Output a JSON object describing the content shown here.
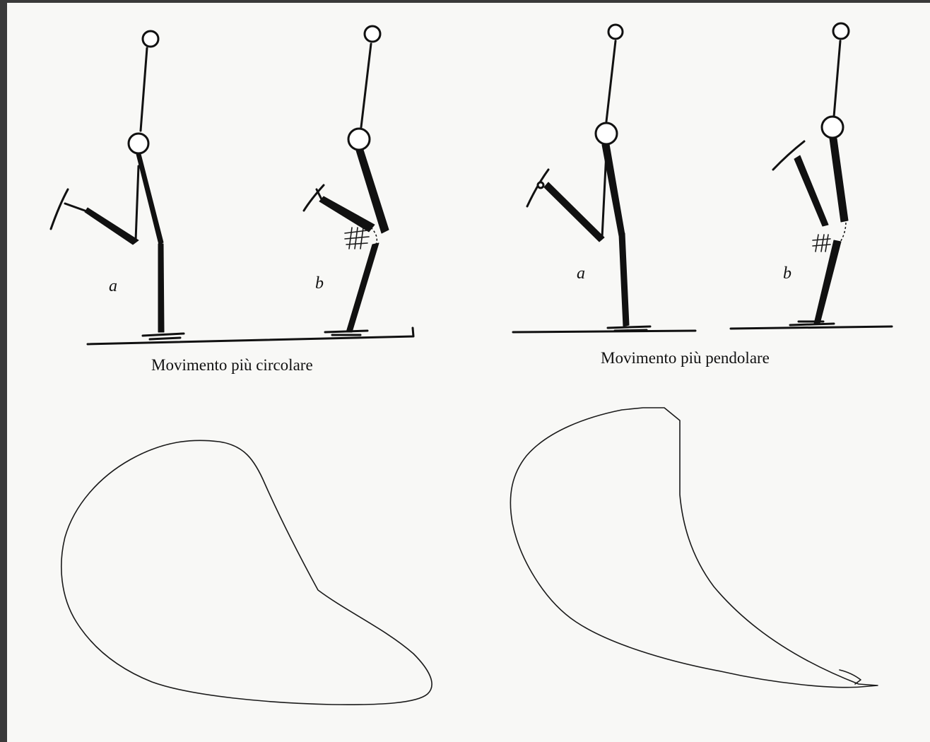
{
  "left_panel": {
    "figure_a_label": "a",
    "figure_b_label": "b",
    "caption": "Movimento più circolare"
  },
  "right_panel": {
    "figure_a_label": "a",
    "figure_b_label": "b",
    "caption": "Movimento più pendolare"
  }
}
